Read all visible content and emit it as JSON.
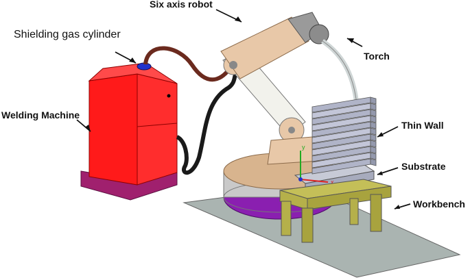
{
  "labels": {
    "six_axis_robot": "Six axis robot",
    "shielding_gas_cylinder": "Shielding gas cylinder",
    "torch": "Torch",
    "welding_machine": "Welding Machine",
    "thin_wall": "Thin Wall",
    "substrate": "Substrate",
    "workbench": "Workbench"
  },
  "axes": {
    "x": "x",
    "y": "y"
  },
  "colors": {
    "machine": "#ff1a1a",
    "machine_base": "#a0206e",
    "robot": "#e8c8a8",
    "robot_base_ring": "#8a1fb0",
    "workbench": "#b5b04a",
    "floor": "#a9b3b0",
    "wall": "#b8bcd0",
    "cable": "#1a1a1a",
    "hose": "#6b2a1e"
  }
}
